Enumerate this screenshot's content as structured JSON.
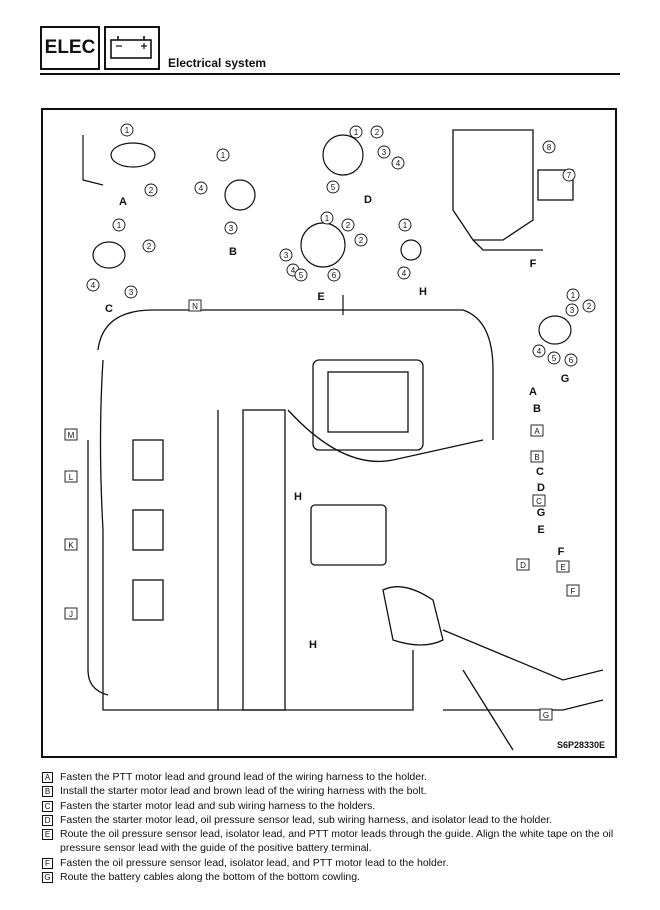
{
  "header": {
    "section_code": "ELEC",
    "section_icon": "battery-icon",
    "section_title": "Electrical system"
  },
  "figure": {
    "code": "S6P28330E",
    "detail_views": [
      {
        "letter": "A",
        "numbers": [
          "1",
          "2"
        ]
      },
      {
        "letter": "B",
        "numbers": [
          "1",
          "3",
          "4"
        ]
      },
      {
        "letter": "C",
        "numbers": [
          "1",
          "2",
          "3",
          "4"
        ]
      },
      {
        "letter": "D",
        "numbers": [
          "1",
          "2",
          "3",
          "4",
          "5"
        ]
      },
      {
        "letter": "E",
        "numbers": [
          "1",
          "2",
          "2",
          "3",
          "4",
          "5",
          "6"
        ]
      },
      {
        "letter": "F",
        "numbers": [
          "7",
          "8"
        ]
      },
      {
        "letter": "G",
        "numbers": [
          "1",
          "2",
          "3",
          "4",
          "5",
          "6"
        ]
      },
      {
        "letter": "H",
        "numbers": [
          "1",
          "4"
        ]
      }
    ],
    "main_callouts_left": [
      "M",
      "L",
      "K",
      "J"
    ],
    "main_callouts_top": [
      "N"
    ],
    "main_callouts_center": [
      "H",
      "H"
    ],
    "main_callouts_right_letters": [
      "A",
      "B",
      "C",
      "D",
      "G",
      "E",
      "F"
    ],
    "main_callouts_right_boxed": [
      "A",
      "B",
      "C",
      "D",
      "E",
      "F",
      "G"
    ]
  },
  "notes": [
    {
      "letter": "A",
      "text": "Fasten the PTT motor lead and ground lead of the wiring harness to the holder."
    },
    {
      "letter": "B",
      "text": "Install the starter motor lead and brown lead of the wiring harness with the bolt."
    },
    {
      "letter": "C",
      "text": "Fasten the starter motor lead and sub wiring harness to the holders."
    },
    {
      "letter": "D",
      "text": "Fasten the starter motor lead, oil pressure sensor lead, sub wiring harness, and isolator lead to the holder."
    },
    {
      "letter": "E",
      "text": "Route the oil pressure sensor lead, isolator lead, and PTT motor leads through the guide. Align the white tape on the oil pressure sensor lead with the guide of the positive battery terminal."
    },
    {
      "letter": "F",
      "text": "Fasten the oil pressure sensor lead, isolator lead, and PTT motor lead to the holder."
    },
    {
      "letter": "G",
      "text": "Route the battery cables along the bottom of the bottom cowling."
    }
  ]
}
